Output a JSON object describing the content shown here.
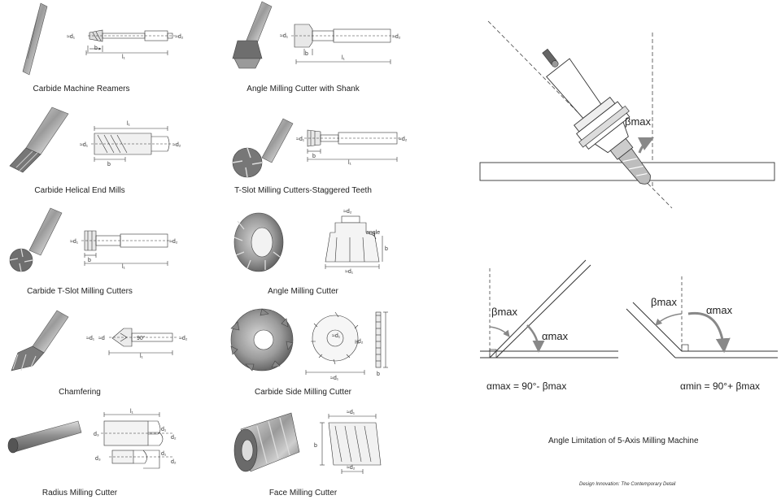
{
  "tools": [
    {
      "caption": "Carbide Machine Reamers",
      "labels": [
        "≈d₁",
        "≈d₂",
        "b",
        "l₁"
      ]
    },
    {
      "caption": "Angle Milling Cutter with Shank",
      "labels": [
        "≈d₁",
        "≈d₂",
        "b",
        "l₁"
      ]
    },
    {
      "caption": "Carbide Helical End Mills",
      "labels": [
        "l₁",
        "≈d₁",
        "≈d₂",
        "b"
      ]
    },
    {
      "caption": "T-Slot Milling Cutters-Staggered Teeth",
      "labels": [
        "≈d₁",
        "≈d₂",
        "b",
        "l₁"
      ]
    },
    {
      "caption": "Carbide T-Slot Milling Cutters",
      "labels": [
        "≈d₁",
        "≈d₂",
        "b",
        "l₁"
      ]
    },
    {
      "caption": "Angle Milling Cutter",
      "labels": [
        "≈d₂",
        "angle",
        "b",
        "≈d₁"
      ]
    },
    {
      "caption": "Chamfering",
      "labels": [
        "≈d₁",
        "≈d",
        "90°",
        "≈d₂",
        "l₁"
      ]
    },
    {
      "caption": "Carbide Side Milling Cutter",
      "labels": [
        "≈d₂",
        "≈d₁",
        "≈d₁",
        "b"
      ]
    },
    {
      "caption": "Radius Milling Cutter",
      "labels": [
        "l₁",
        "d₃",
        "d₁",
        "d₂",
        "d₃",
        "d₁",
        "d₂"
      ]
    },
    {
      "caption": "Face Milling Cutter",
      "labels": [
        "≈d₁",
        "b",
        "≈d₂"
      ]
    }
  ],
  "machine": {
    "beta_label": "βmax",
    "caption": "Angle Limitation of 5-Axis Milling Machine",
    "credit": "Design Innovation: The Contemporary Detail"
  },
  "angle_left": {
    "beta_label": "βmax",
    "alpha_label": "αmax",
    "equation": "αmax = 90°- βmax"
  },
  "angle_right": {
    "beta_label": "βmax",
    "alpha_label": "αmax",
    "equation": "αmin = 90°+ βmax"
  },
  "colors": {
    "line": "#333333",
    "metal_dark": "#555555",
    "metal_mid": "#8a8a8a",
    "metal_light": "#cfcfcf",
    "arrow": "#888888"
  }
}
